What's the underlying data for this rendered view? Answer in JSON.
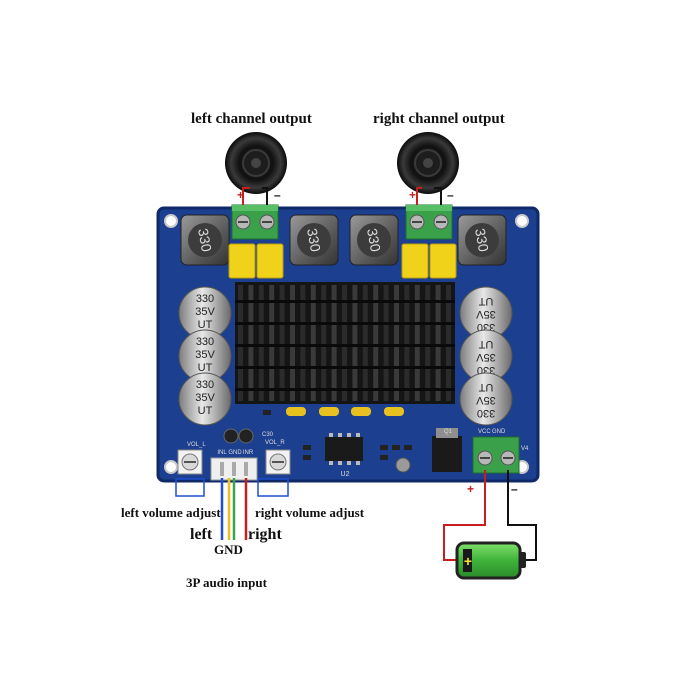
{
  "labels": {
    "left_output": "left channel output",
    "right_output": "right channel output",
    "left_volume": "left volume adjust",
    "right_volume": "right volume adjust",
    "left_wire": "left",
    "gnd_wire": "GND",
    "right_wire": "right",
    "audio_input": "3P audio input"
  },
  "board": {
    "inductor_marking": "330",
    "cap_left": [
      "330",
      "35V",
      "UT"
    ],
    "cap_right": [
      "330",
      "35V",
      "UT"
    ],
    "vol_l": "VOL_L",
    "vol_r": "VOL_R",
    "inl": "INL",
    "gnd": "GND",
    "inr": "INR",
    "vcc": "VCC",
    "gnd_power": "GND",
    "c30": "C30",
    "u2": "U2",
    "q1": "Q1",
    "v4": "V4",
    "plus": "+",
    "minus": "–"
  },
  "colors": {
    "board": "#1d3f8f",
    "terminal": "#3aa14a",
    "heatsink": "#1a1a1a",
    "cap_yellow": "#f0d21a",
    "wire_red": "#c81e1e",
    "wire_black": "#111111",
    "wire_blue": "#1f4fd0",
    "wire_green": "#3aa54a",
    "wire_yellow": "#e8c020",
    "battery_green": "#44c23c"
  }
}
